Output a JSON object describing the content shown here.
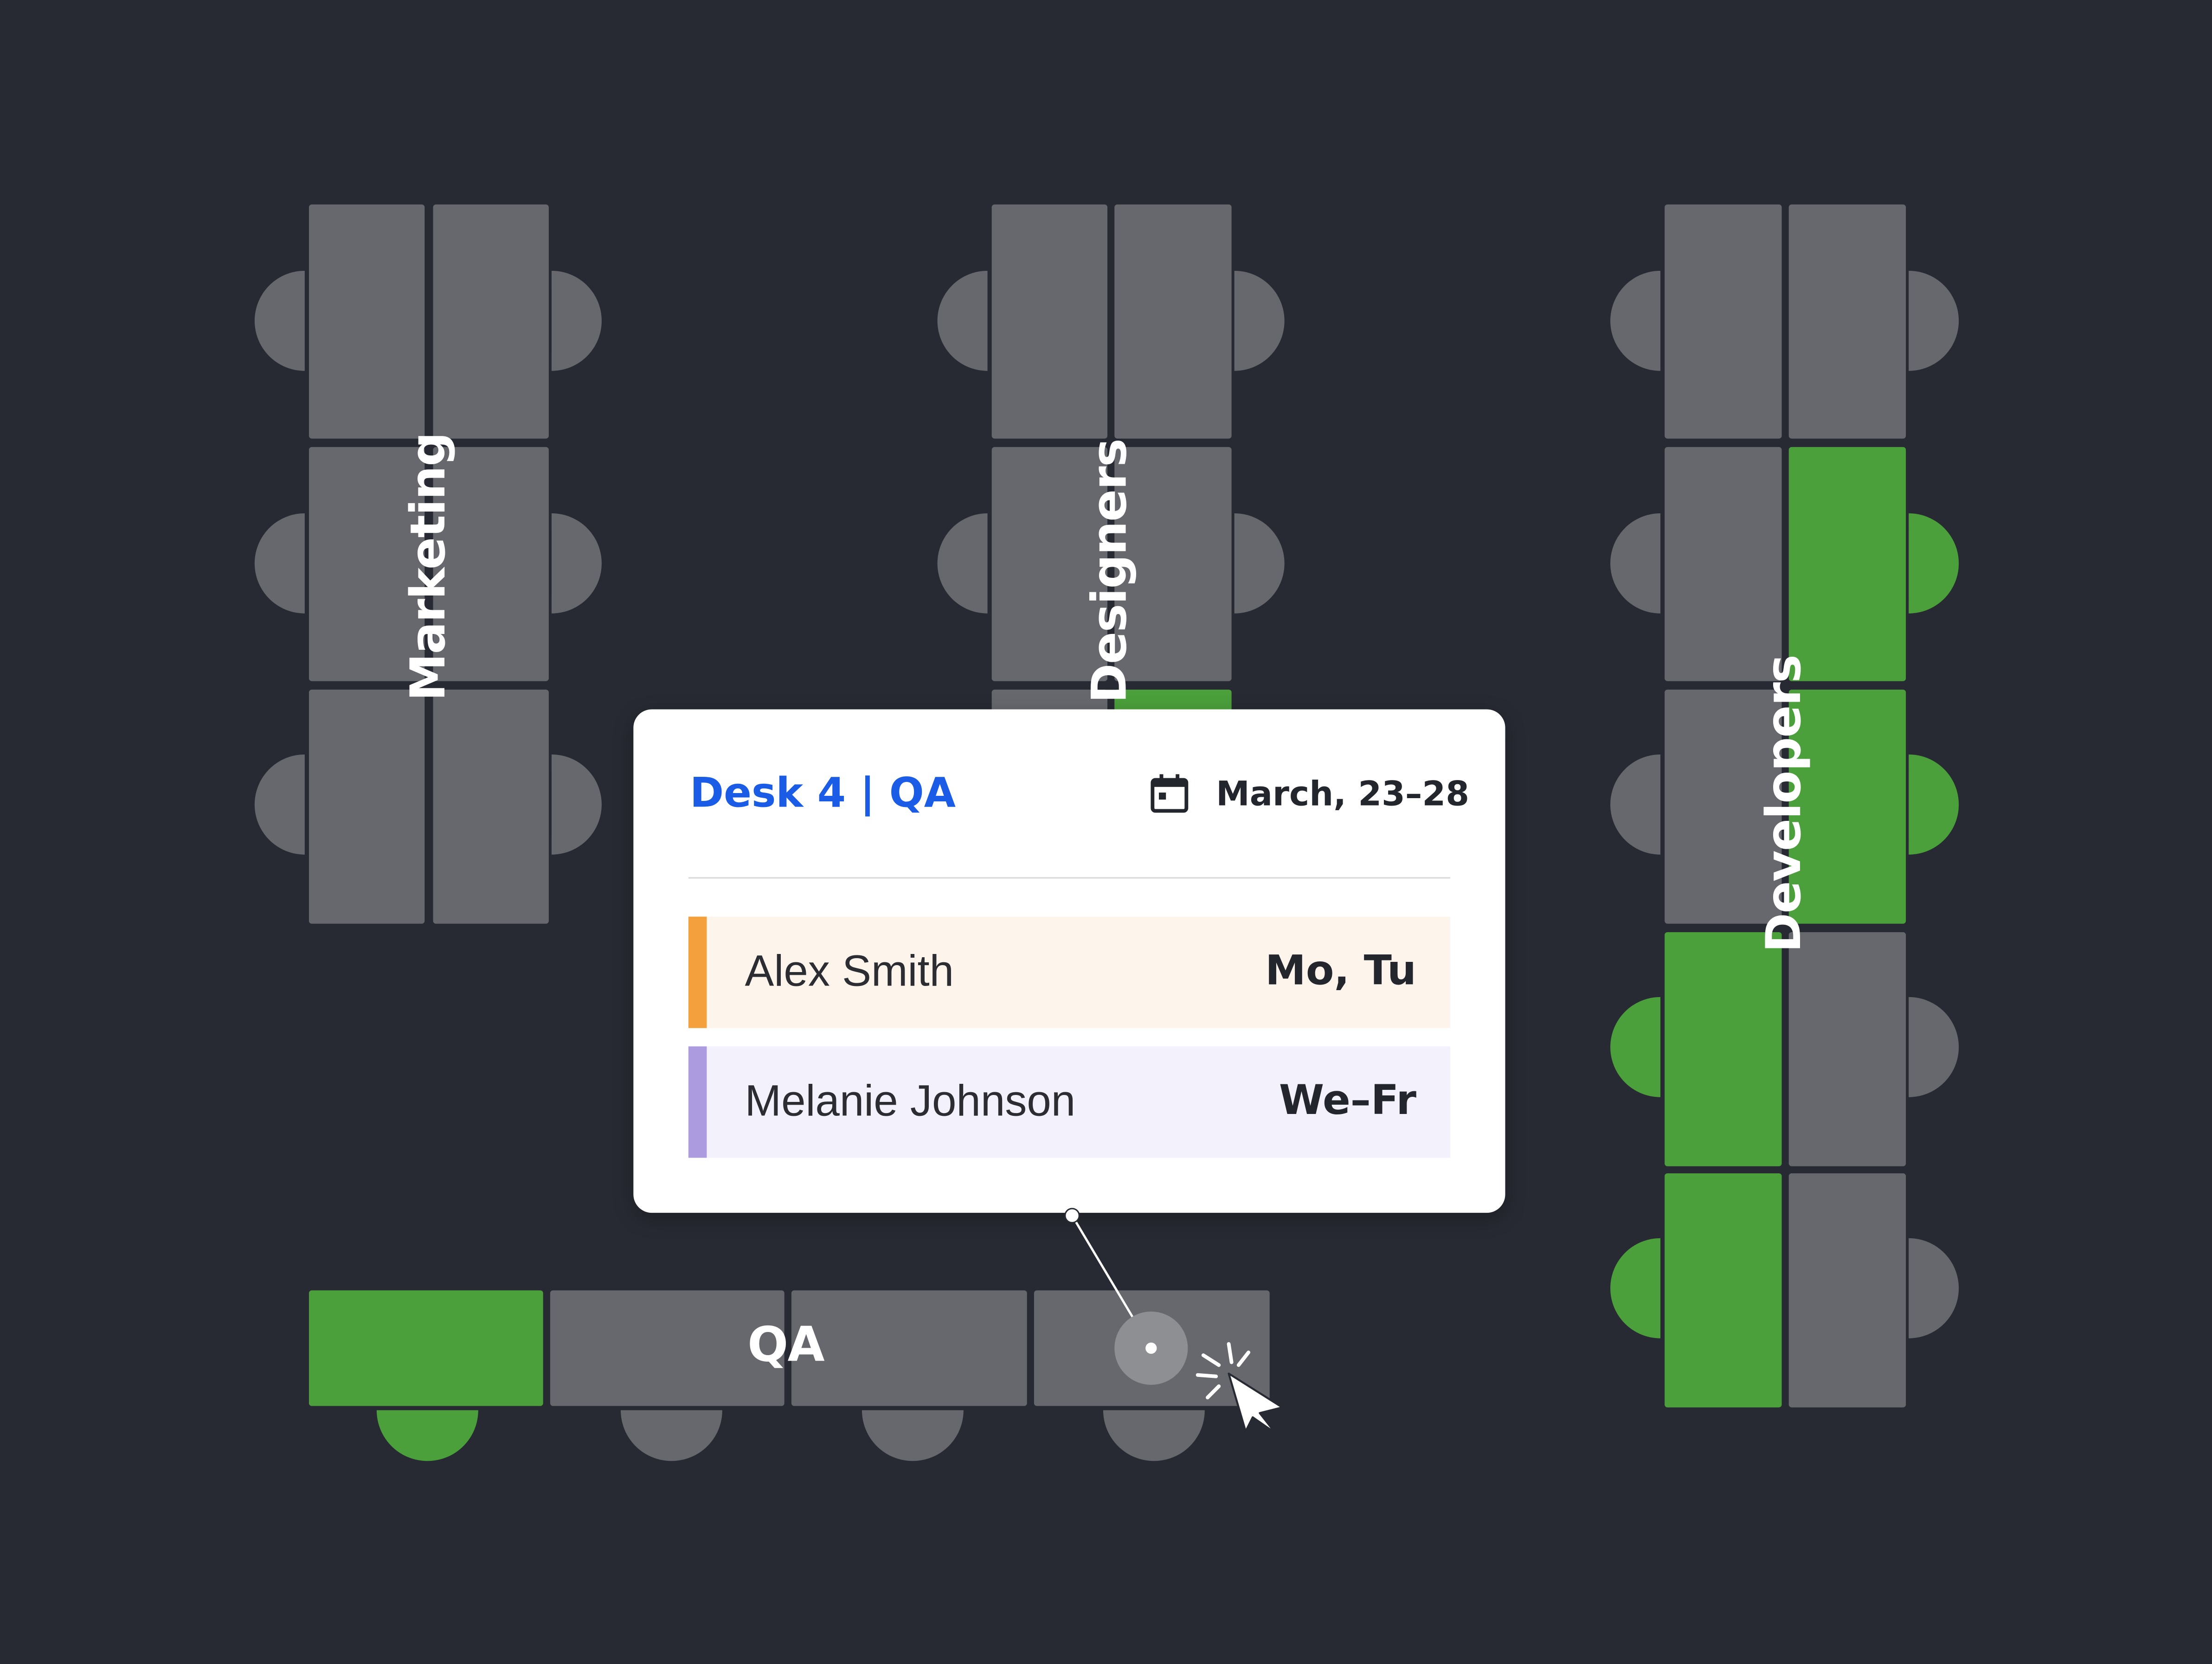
{
  "zones": {
    "marketing": "Marketing",
    "designers": "Designers",
    "developers": "Developers",
    "qa": "QA"
  },
  "popup": {
    "title": "Desk 4 | QA",
    "date_icon": "calendar-icon",
    "date": "March, 23–28",
    "bookings": [
      {
        "name": "Alex Smith",
        "days": "Mo, Tu",
        "color": "#f4a03c",
        "bg": "#fdf5ec"
      },
      {
        "name": "Melanie Johnson",
        "days": "We–Fr",
        "color": "#ad9be0",
        "bg": "#f3f1fc"
      }
    ]
  },
  "colors": {
    "background": "#272a32",
    "desk_free": "#67686d",
    "desk_booked": "#4ba03b",
    "accent": "#1a5ce6"
  },
  "cursor_icon": "pointer-cursor-icon"
}
